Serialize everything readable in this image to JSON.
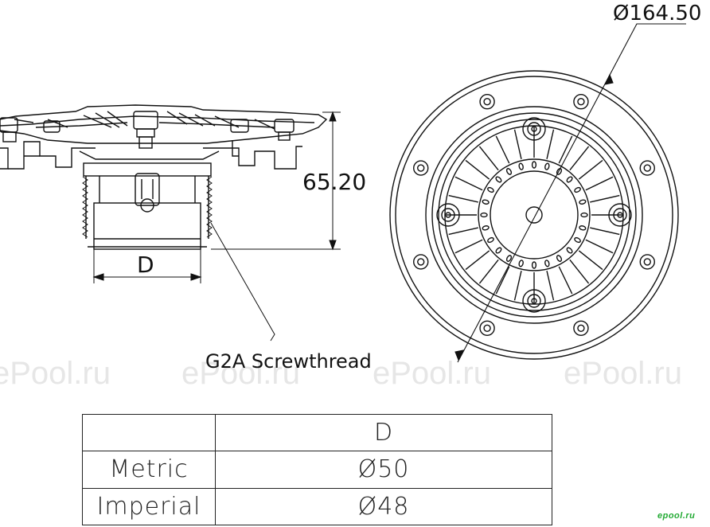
{
  "dimensions": {
    "diameter": "Ø164.50",
    "height": "65.20",
    "d_label": "D",
    "thread": "G2A Screwthread"
  },
  "watermark": {
    "text": "ePool.ru",
    "logo": "epool.ru"
  },
  "table": {
    "header": [
      "",
      "D"
    ],
    "rows": [
      {
        "label": "Metric",
        "value": "Ø50"
      },
      {
        "label": "Imperial",
        "value": "Ø48"
      }
    ]
  }
}
